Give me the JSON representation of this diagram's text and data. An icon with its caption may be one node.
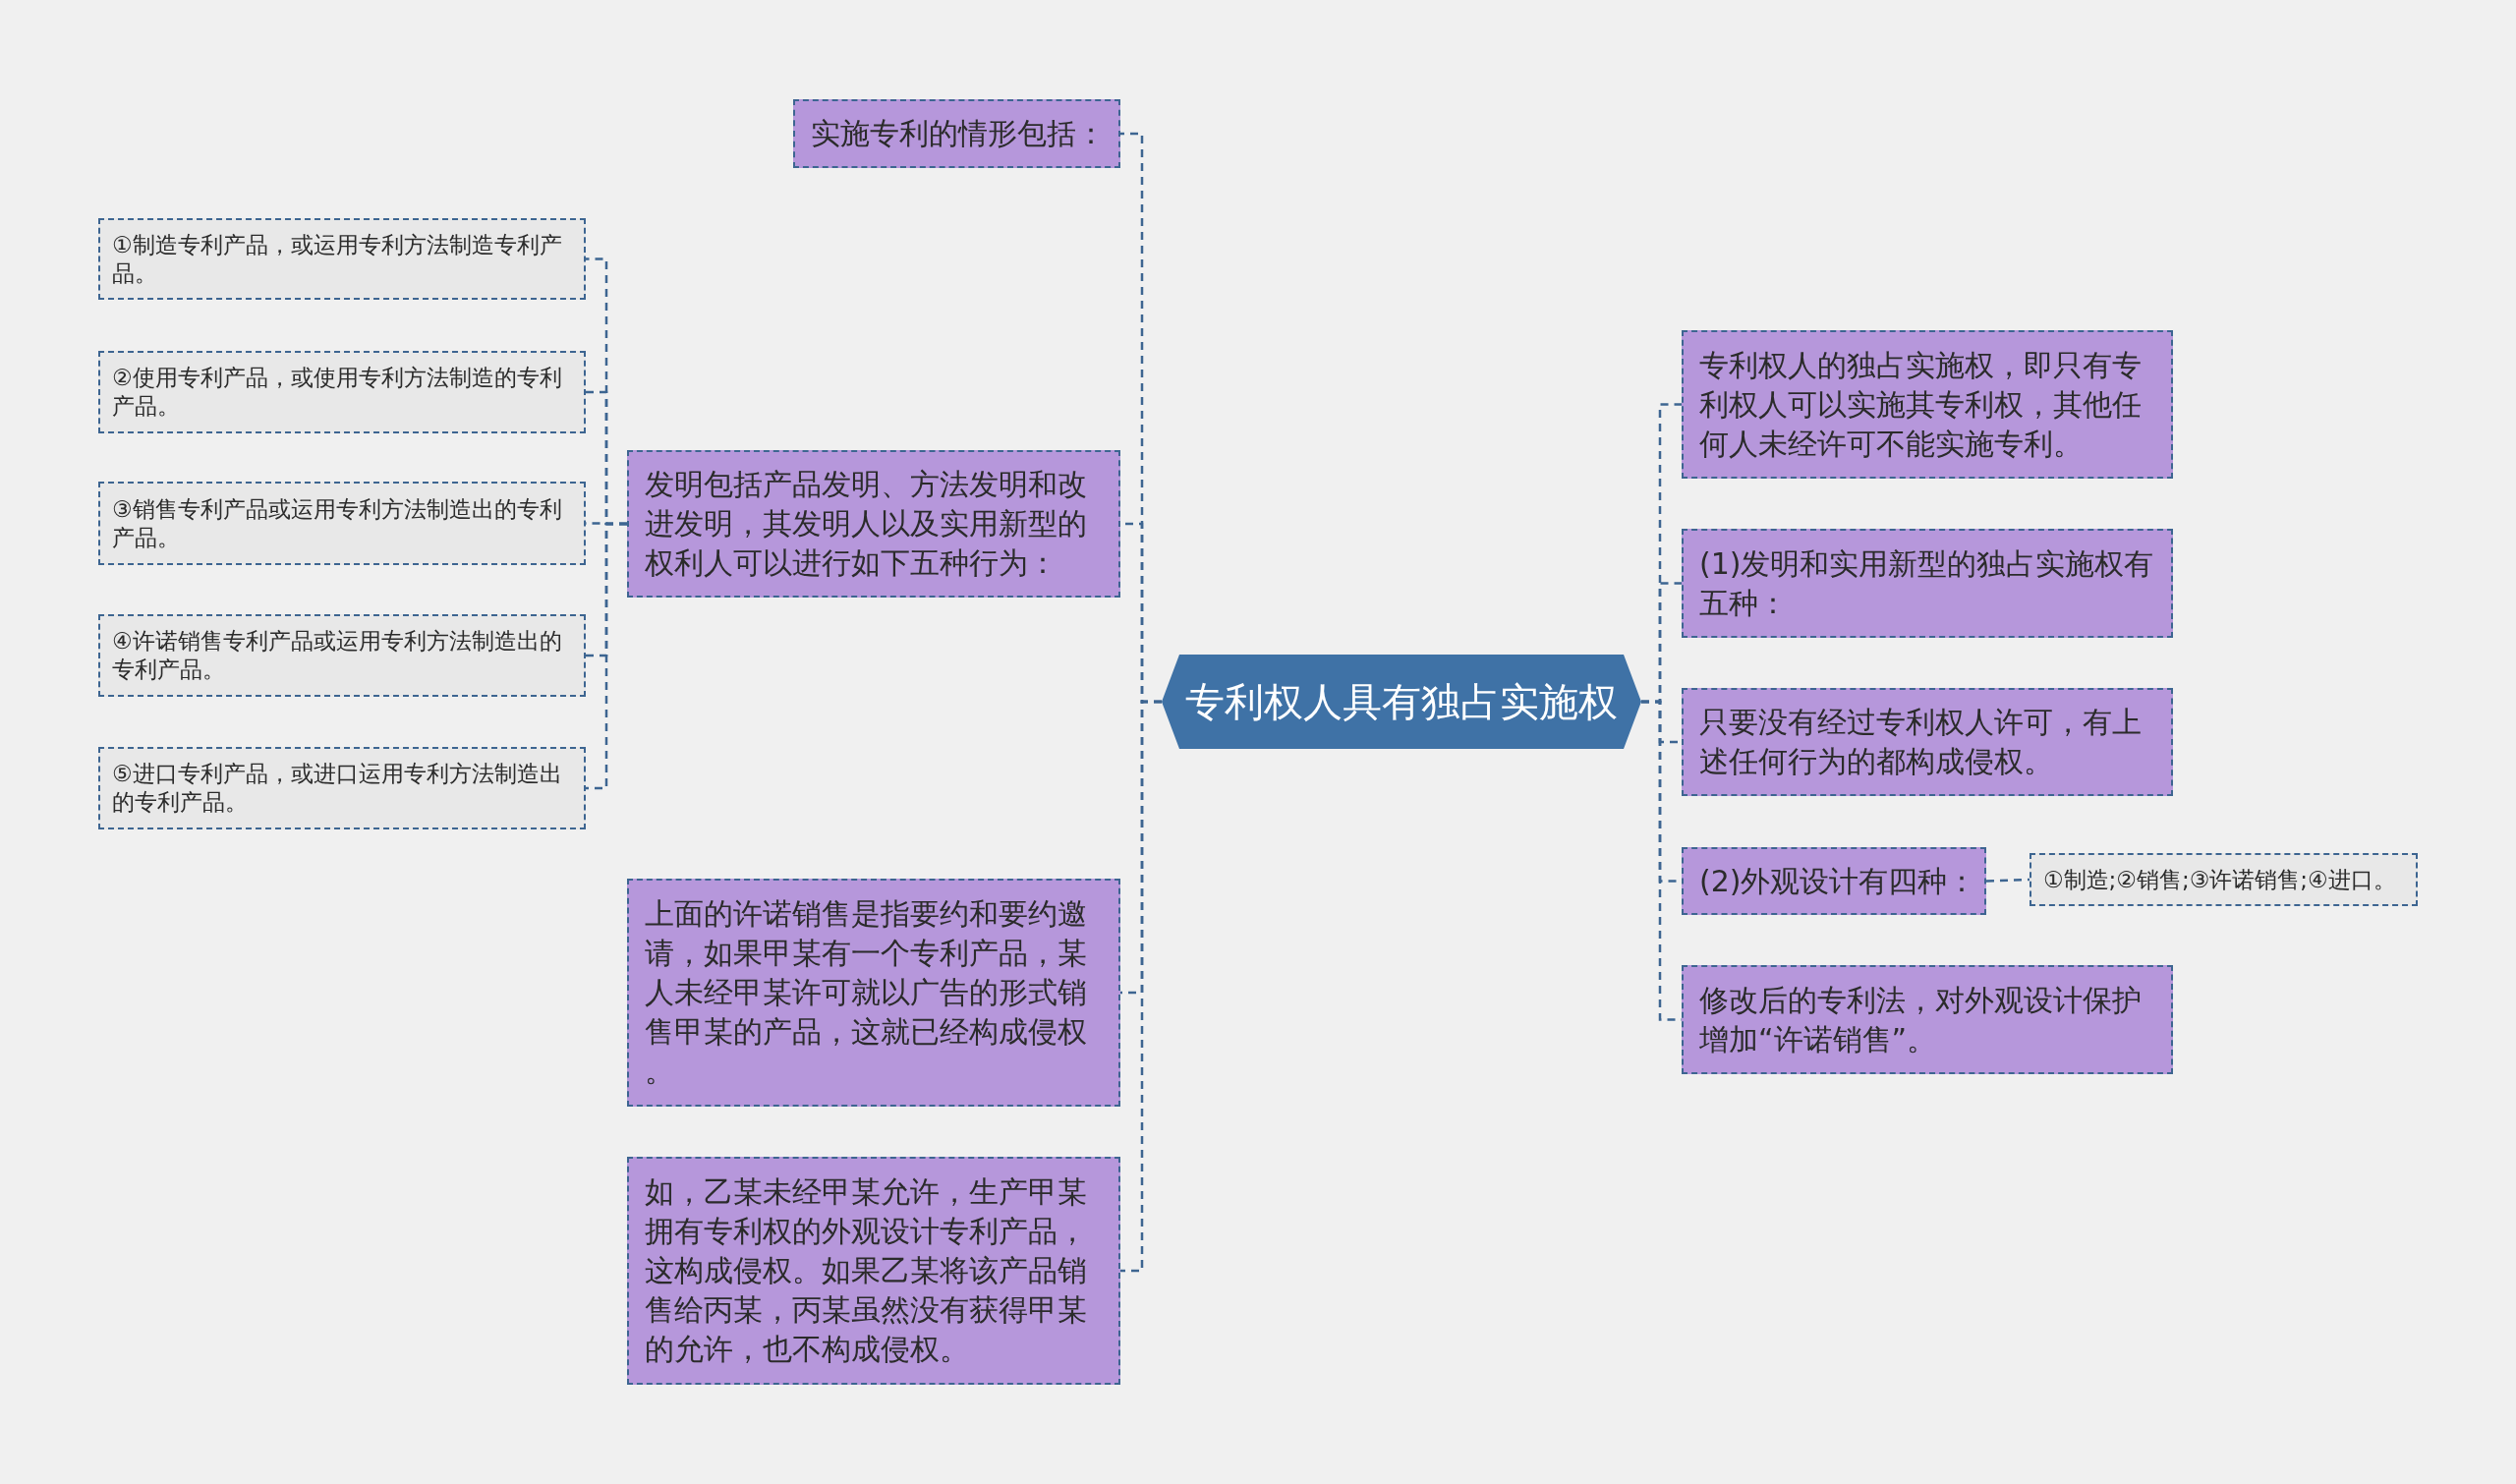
{
  "diagram": {
    "nodes": [
      {
        "text": [
          "专利权人具有独占实施权"
        ]
      },
      {
        "text": [
          "实施专利的情形包括："
        ]
      },
      {
        "text": [
          "发明包括产品发明、方法发明和改进发明，其发明人以及实用新型的权利人可以进行如下五种行为："
        ]
      },
      {
        "text": [
          "①制造专利产品，或运用专利方法制造专利产品。"
        ]
      },
      {
        "text": [
          "②使用专利产品，或使用专利方法制造的专利产品。"
        ]
      },
      {
        "text": [
          "③销售专利产品或运用专利方法制造出的专利产品。"
        ]
      },
      {
        "text": [
          "④许诺销售专利产品或运用专利方法制造出的专利产品。"
        ]
      },
      {
        "text": [
          "⑤进口专利产品，或进口运用专利方法制造出的专利产品。"
        ]
      },
      {
        "text": [
          "上面的许诺销售是指要约和要约邀请，如果甲某有一个专利产品，某人未经甲某许可就以广告的形式销售甲某的产品，这就已经构成侵权。"
        ]
      },
      {
        "text": [
          "如，乙某未经甲某允许，生产甲某拥有专利权的外观设计专利产品，这构成侵权。如果乙某将该产品销售给丙某，丙某虽然没有获得甲某的允许，也不构成侵权。"
        ]
      },
      {
        "text": [
          "专利权人的独占实施权，即只有专利权人可以实施其专利权，其他任何人未经许可不能实施专利。"
        ]
      },
      {
        "text": [
          "(1)发明和实用新型的独占实施权有五种："
        ]
      },
      {
        "text": [
          "只要没有经过专利权人许可，有上述任何行为的都构成侵权。"
        ]
      },
      {
        "text": [
          "(2)外观设计有四种："
        ]
      },
      {
        "text": [
          "①制造;②销售;③许诺销售;④进口。"
        ]
      },
      {
        "text": [
          "修改后的专利法，对外观设计保护增加“许诺销售”。"
        ]
      }
    ],
    "edges": [
      {
        "from": 0,
        "to": 1,
        "arrow": "none",
        "style": "dashed"
      },
      {
        "from": 0,
        "to": 2,
        "arrow": "none",
        "style": "dashed"
      },
      {
        "from": 2,
        "to": 3,
        "arrow": "none",
        "style": "dashed"
      },
      {
        "from": 2,
        "to": 4,
        "arrow": "none",
        "style": "dashed"
      },
      {
        "from": 2,
        "to": 5,
        "arrow": "none",
        "style": "dashed"
      },
      {
        "from": 2,
        "to": 6,
        "arrow": "none",
        "style": "dashed"
      },
      {
        "from": 2,
        "to": 7,
        "arrow": "none",
        "style": "dashed"
      },
      {
        "from": 0,
        "to": 8,
        "arrow": "none",
        "style": "dashed"
      },
      {
        "from": 0,
        "to": 9,
        "arrow": "none",
        "style": "dashed"
      },
      {
        "from": 0,
        "to": 10,
        "arrow": "none",
        "style": "dashed"
      },
      {
        "from": 0,
        "to": 11,
        "arrow": "none",
        "style": "dashed"
      },
      {
        "from": 0,
        "to": 12,
        "arrow": "none",
        "style": "dashed"
      },
      {
        "from": 0,
        "to": 13,
        "arrow": "none",
        "style": "dashed"
      },
      {
        "from": 13,
        "to": 14,
        "arrow": "none",
        "style": "dashed"
      },
      {
        "from": 0,
        "to": 15,
        "arrow": "none",
        "style": "dashed"
      }
    ]
  }
}
